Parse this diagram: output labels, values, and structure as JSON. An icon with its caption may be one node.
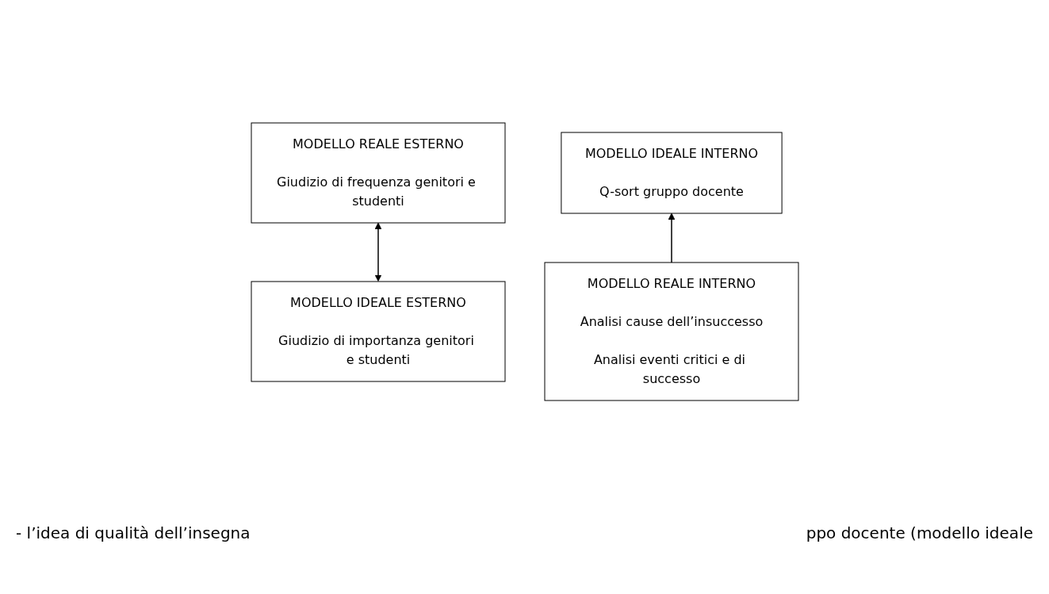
{
  "diagram": {
    "nodes": [
      {
        "text": [
          "MODELLO IDEALE INTERNO",
          "Q-sort gruppo docente"
        ]
      },
      {
        "text": [
          "MODELLO IDEALE ESTERNO",
          "Giudizio di importanza genitori e studenti"
        ]
      },
      {
        "text": [
          "MODELLO REALE ESTERNO",
          "Giudizio di frequenza genitori e studenti"
        ]
      },
      {
        "text": [
          "MODELLO REALE INTERNO",
          "Analisi cause dell’insuccesso",
          "Analisi eventi critici e di successo"
        ]
      }
    ],
    "edges": [
      {
        "from": 3,
        "to": 0,
        "arrow": "to"
      },
      {
        "from": 1,
        "to": 2,
        "arrow": "both"
      }
    ],
    "labels": [
      "- l’idea di qualità dell’insegna",
      "ppo docente (modello ideale"
    ]
  }
}
